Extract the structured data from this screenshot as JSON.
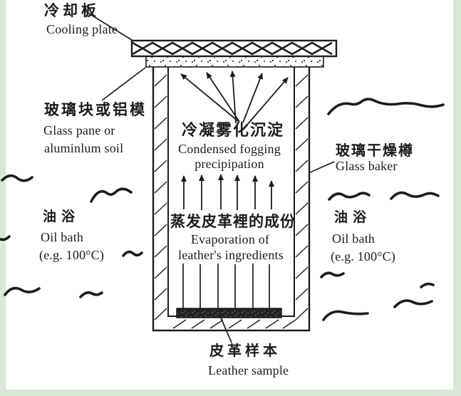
{
  "page": {
    "colors": {
      "ink": "#1c1c1c",
      "paper": "#ffffff",
      "border_green": "#d8e8d4"
    }
  },
  "apparatus": {
    "cooling_plate": {
      "label_zh": "冷却板",
      "label_en": "Cooling plate"
    },
    "glass_pane": {
      "label_zh": "玻璃块或铝模",
      "label_en_1": "Glass pane or",
      "label_en_2": "aluminlum soil"
    },
    "condensed_fogging": {
      "label_zh": "冷凝雾化沉淀",
      "label_en_1": "Condensed fogging",
      "label_en_2": "precipipation"
    },
    "evaporation": {
      "label_zh": "蒸发皮革裡的成份",
      "label_en_1": "Evaporation of",
      "label_en_2": "leather's ingredients"
    },
    "glass_beaker": {
      "label_zh": "玻璃干燥樽",
      "label_en": "Glass baker"
    },
    "oil_bath_left": {
      "label_zh": "油浴",
      "label_en_1": "Oil bath",
      "label_en_2": "(e.g. 100°C)"
    },
    "oil_bath_right": {
      "label_zh": "油浴",
      "label_en_1": "Oil bath",
      "label_en_2": "(e.g. 100°C)"
    },
    "leather_sample": {
      "label_zh": "皮革样本",
      "label_en": "Leather sample"
    }
  }
}
